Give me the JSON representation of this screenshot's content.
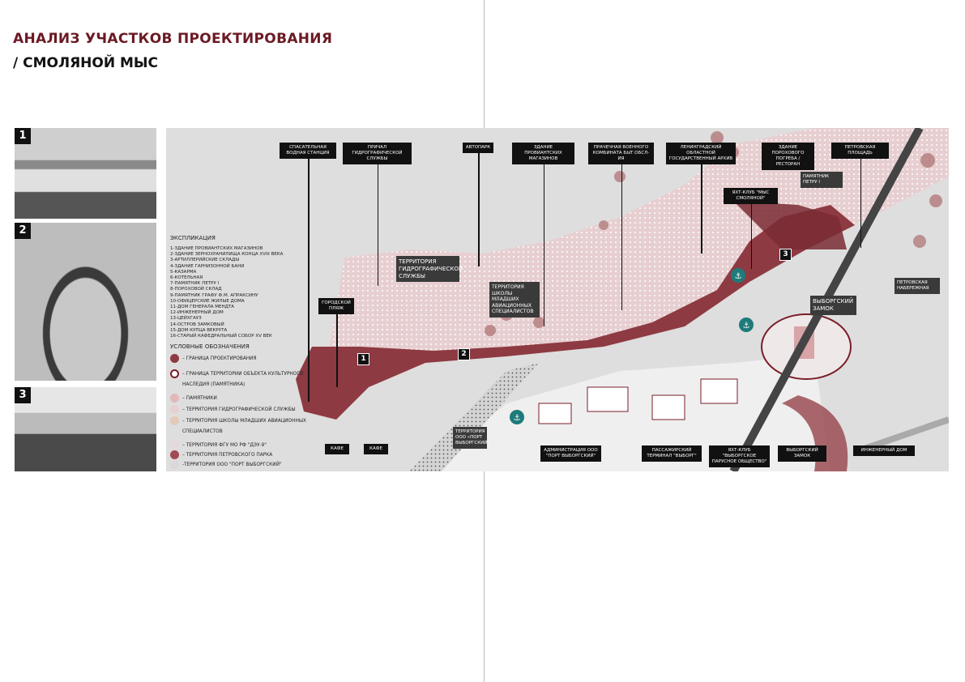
{
  "header": {
    "title": "АНАЛИЗ УЧАСТКОВ ПРОЕКТИРОВАНИЯ",
    "subtitle": "/ СМОЛЯНОЙ МЫС"
  },
  "photos": [
    {
      "number": "1"
    },
    {
      "number": "2"
    },
    {
      "number": "3"
    }
  ],
  "explication": {
    "heading": "Экспликация",
    "items": [
      "1-Здание провиантских магазинов",
      "2-Здание зернохранилища конца XVIII века",
      "3-Артиллерийские склады",
      "4-Здание гарнизонной бани",
      "5-Казарма",
      "6-Котельная",
      "7-Памятник Петру I",
      "8-Пороховой склад",
      "9-Памятник графу Ф.М. Апраксину",
      "10-Офицерские жилые дома",
      "11-Дом генерала Мендта",
      "12-Инженерный дом",
      "13-Цейхгауз",
      "14-Остров Замковый",
      "15-Дом купца Векрута",
      "16-Старый кафедральный собор XV век"
    ]
  },
  "legend": {
    "heading": "Условные обозначения",
    "items": [
      {
        "label": "– граница проектирования",
        "color": "#8e3a42"
      },
      {
        "label": "– граница территории объекта культурного наследия (памятника)",
        "color": "#7a1e28"
      },
      {
        "label": "– памятники",
        "color": "#e2b9bb"
      },
      {
        "label": "– территория гидрографической службы",
        "color": "#e8cfd0"
      },
      {
        "label": "– территория школы младших авиационных специалистов",
        "color": "#e3c9b8"
      },
      {
        "label": "– территория ФГУ МО РФ \"ДЭУ-9\"",
        "color": "#e6d9dc"
      },
      {
        "label": "– территория Петровского парка",
        "color": "#a04a55"
      },
      {
        "label": "-территория ООО \"Порт Выборгский\"",
        "color": "#ddd6da"
      }
    ]
  },
  "map_labels": {
    "rescue": "Спасательная водная станция",
    "pier": "Причал гидрографической службы",
    "autopark": "Автопарк",
    "proviant": "Здание провиантских магазинов",
    "laundry": "Прачечная военного комбината быт.обсл-ия",
    "archive": "Ленинградский областной государственный архив",
    "powder": "Здание порохового погреба / ресторан",
    "petrovsk_sq": "Петровская площадь",
    "yacht1": "Яхт-клуб \"Мыс Смоляной\"",
    "peter": "Памятник Петру I",
    "beach": "Городской пляж",
    "cafe1": "Кафе",
    "cafe2": "Кафе",
    "hydro": "Территория гидрографической службы",
    "school": "Территория школы младших авиационных специалистов",
    "port_terr": "Территория ООО «Порт Выборгский»",
    "admin": "Администрация ООО \"Порт Выборгский\"",
    "terminal": "Пассажирский терминал \"Выборг\"",
    "yacht2": "Яхт-клуб \"Выборгское парусное общество\"",
    "castle_b": "Выборгский замок",
    "engineer": "Инженерный дом",
    "castle": "Выборгский замок",
    "embankment": "Петровская набережная",
    "badge1": "1",
    "badge2": "2",
    "badge3": "3"
  },
  "colors": {
    "accent": "#6b1a24",
    "boundary": "#8e3a42",
    "anchor": "#1f7a7a"
  }
}
